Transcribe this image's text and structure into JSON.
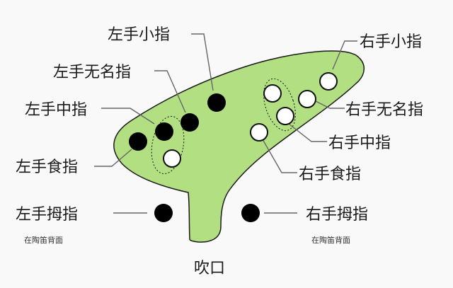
{
  "colors": {
    "body_fill": "#b3df83",
    "body_stroke": "#1a1a1a",
    "closed_hole": "#000000",
    "open_hole": "#ffffff",
    "leader_line": "#666666",
    "background": "#f9f9f9"
  },
  "labels": {
    "left_little": "左手小指",
    "left_ring": "左手无名指",
    "left_middle": "左手中指",
    "left_index": "左手食指",
    "left_thumb": "左手拇指",
    "left_thumb_note": "在陶笛背面",
    "right_little": "右手小指",
    "right_ring": "右手无名指",
    "right_middle": "右手中指",
    "right_index": "右手食指",
    "right_thumb": "右手拇指",
    "right_thumb_note": "在陶笛背面",
    "mouthpiece": "吹口"
  }
}
